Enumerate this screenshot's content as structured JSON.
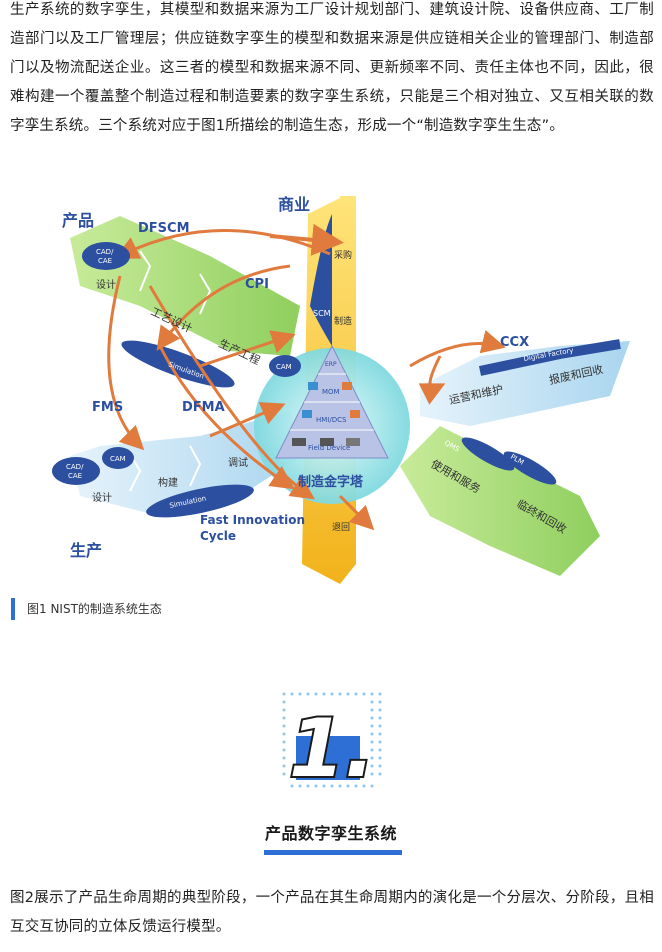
{
  "intro": "生产系统的数字孪生，其模型和数据来源为工厂设计规划部门、建筑设计院、设备供应商、工厂制造部门以及工厂管理层；供应链数字孪生的模型和数据来源是供应链相关企业的管理部门、制造部门以及物流配送企业。这三者的模型和数据来源不同、更新频率不同、责任主体也不同，因此，很难构建一个覆盖整个制造过程和制造要素的数字孪生系统，只能是三个相对独立、又互相关联的数字孪生系统。三个系统对应于图1所描绘的制造生态，形成一个“制造数字孪生生态”。",
  "figure": {
    "product": "产品",
    "commerce": "商业",
    "production": "生产",
    "dfscm": "DFSCM",
    "cpi": "CPI",
    "ccx": "CCX",
    "fms": "FMS",
    "dfma": "DFMA",
    "fast_innovation": "Fast Innovation",
    "cycle": "Cycle",
    "cad_cae_1a": "CAD/",
    "cad_cae_1b": "CAE",
    "design1": "设计",
    "process_design": "工艺设计",
    "production_eng": "生产工程",
    "simulation1": "Simulation",
    "cam1": "CAM",
    "cad_cae_2a": "CAD/",
    "cad_cae_2b": "CAE",
    "design2": "设计",
    "build": "构建",
    "debug": "调试",
    "simulation2": "Simulation",
    "cam2": "CAM",
    "purchase": "采购",
    "manufacture": "制造",
    "scm": "SCM",
    "return": "退回",
    "erp": "ERP",
    "mom": "MOM",
    "hmi": "HMI/DCS",
    "field": "Field Device",
    "pyramid": "制造金字塔",
    "ops": "运营和维护",
    "digital_factory": "Digital Factory",
    "scrap": "报废和回收",
    "qms": "QMS",
    "use_service": "使用和服务",
    "plm": "PLM",
    "eol": "临终和回收"
  },
  "caption": "图1 NIST的制造系统生态",
  "section": {
    "number": "1.",
    "title": "产品数字孪生系统"
  },
  "para2": "图2展示了产品生命周期的典型阶段，一个产品在其生命周期内的演化是一个分层次、分阶段，且相互交互协同的立体反馈运行模型。",
  "colors": {
    "accent": "#2e6fd6",
    "product_band": "#a9d97a",
    "production_band": "#cfe8f7",
    "commerce_band": "#f6c52d",
    "arrow": "#e07a3d"
  }
}
